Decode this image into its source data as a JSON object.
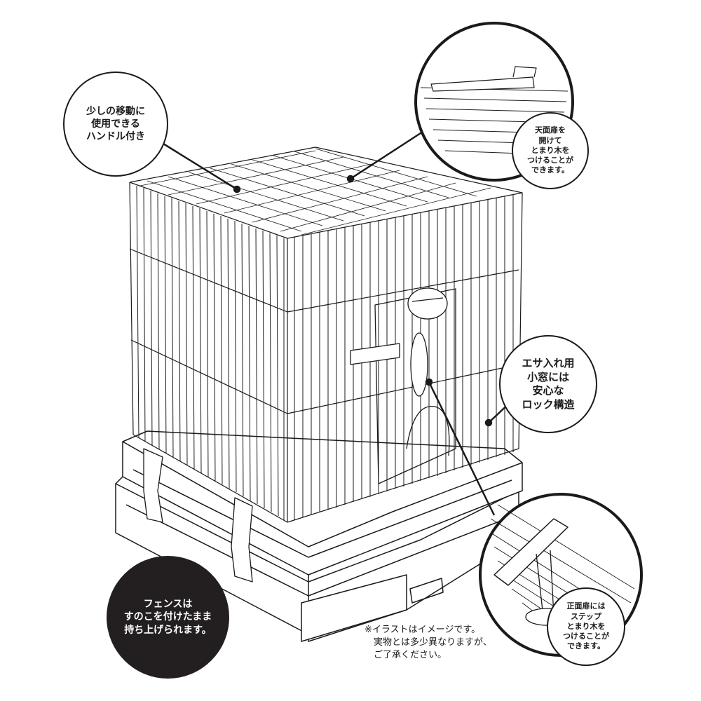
{
  "illustration": {
    "subject": "bird-cage-line-drawing",
    "line_color": "#1a1a1a",
    "background": "#ffffff"
  },
  "callouts": {
    "handle": {
      "text": "少しの移動に\n使用できる\nハンドル付き",
      "style": "white"
    },
    "top_door": {
      "text": "天面扉を\n開けて\nとまり木を\nつけることが\nできます。",
      "style": "white"
    },
    "feeder_window": {
      "text": "エサ入れ用\n小窓には\n安心な\nロック構造",
      "style": "white"
    },
    "fence": {
      "text": "フェンスは\nすのこを付けたまま\n持ち上げられます。",
      "style": "black"
    },
    "front_door": {
      "text": "正面扉には\nステップ\nとまり木を\nつけることが\nできます。",
      "style": "white"
    }
  },
  "note": {
    "text": "※イラストはイメージです。\n　実物とは多少異なりますが、\n　ご了承ください。"
  },
  "colors": {
    "ink": "#1a1a1a",
    "dark_callout": "#231f20",
    "paper": "#ffffff"
  }
}
